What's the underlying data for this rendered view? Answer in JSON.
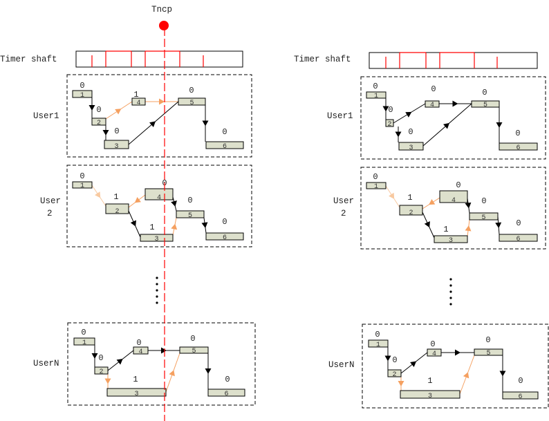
{
  "marker": {
    "label": "Tncp",
    "color": "#ff0000"
  },
  "colors": {
    "black": "#000000",
    "orange": "#f5a060",
    "lightorange": "#f8c9a0",
    "node_fill": "#dde0cc",
    "tick": "#ff0000"
  },
  "panels": [
    {
      "timer_label": "Timer shaft",
      "users": [
        {
          "label": [
            "User1"
          ],
          "nodes": [
            {
              "id": "1",
              "state": "0"
            },
            {
              "id": "2",
              "state": "0"
            },
            {
              "id": "3",
              "state": "0"
            },
            {
              "id": "4",
              "state": "1"
            },
            {
              "id": "5",
              "state": "0"
            },
            {
              "id": "6",
              "state": "0"
            }
          ],
          "edges": [
            {
              "from": "1",
              "to": "2",
              "color": "black"
            },
            {
              "from": "2",
              "to": "3",
              "color": "black"
            },
            {
              "from": "2",
              "to": "4",
              "color": "orange"
            },
            {
              "from": "4",
              "to": "5",
              "color": "orange"
            },
            {
              "from": "3",
              "to": "5",
              "color": "black"
            },
            {
              "from": "5",
              "to": "6",
              "color": "black"
            }
          ]
        },
        {
          "label": [
            "User",
            "2"
          ],
          "nodes": [
            {
              "id": "1",
              "state": "0"
            },
            {
              "id": "2",
              "state": "1"
            },
            {
              "id": "3",
              "state": "1"
            },
            {
              "id": "4",
              "state": "0"
            },
            {
              "id": "5",
              "state": "0"
            },
            {
              "id": "6",
              "state": "0"
            }
          ],
          "edges": [
            {
              "from": "1",
              "to": "2",
              "color": "lightorange"
            },
            {
              "from": "4",
              "to": "2",
              "color": "orange"
            },
            {
              "from": "2",
              "to": "3",
              "color": "black"
            },
            {
              "from": "4",
              "to": "5",
              "color": "black"
            },
            {
              "from": "3",
              "to": "5",
              "color": "orange"
            },
            {
              "from": "5",
              "to": "6",
              "color": "black"
            }
          ]
        },
        {
          "label": [
            "UserN"
          ],
          "nodes": [
            {
              "id": "1",
              "state": "0"
            },
            {
              "id": "2",
              "state": "0"
            },
            {
              "id": "3",
              "state": "1"
            },
            {
              "id": "4",
              "state": "0"
            },
            {
              "id": "5",
              "state": "0"
            },
            {
              "id": "6",
              "state": "0"
            }
          ],
          "edges": [
            {
              "from": "1",
              "to": "2",
              "color": "black"
            },
            {
              "from": "2",
              "to": "3",
              "color": "orange"
            },
            {
              "from": "2",
              "to": "4",
              "color": "black"
            },
            {
              "from": "4",
              "to": "5",
              "color": "black"
            },
            {
              "from": "3",
              "to": "5",
              "color": "orange"
            },
            {
              "from": "5",
              "to": "6",
              "color": "black"
            }
          ]
        }
      ]
    },
    {
      "timer_label": "Timer shaft",
      "users": [
        {
          "label": [
            "User1"
          ],
          "nodes": [
            {
              "id": "1",
              "state": "0"
            },
            {
              "id": "2",
              "state": "0"
            },
            {
              "id": "3",
              "state": "0"
            },
            {
              "id": "4",
              "state": "0"
            },
            {
              "id": "5",
              "state": "0"
            },
            {
              "id": "6",
              "state": "0"
            }
          ],
          "edges": [
            {
              "from": "1",
              "to": "2",
              "color": "black"
            },
            {
              "from": "2",
              "to": "3",
              "color": "black"
            },
            {
              "from": "2",
              "to": "4",
              "color": "black"
            },
            {
              "from": "4",
              "to": "5",
              "color": "black"
            },
            {
              "from": "3",
              "to": "5",
              "color": "black"
            },
            {
              "from": "5",
              "to": "6",
              "color": "black"
            }
          ]
        },
        {
          "label": [
            "User",
            "2"
          ],
          "nodes": [
            {
              "id": "1",
              "state": "0"
            },
            {
              "id": "2",
              "state": "1"
            },
            {
              "id": "3",
              "state": "1"
            },
            {
              "id": "4",
              "state": "0"
            },
            {
              "id": "5",
              "state": "0"
            },
            {
              "id": "6",
              "state": "0"
            }
          ],
          "edges": [
            {
              "from": "1",
              "to": "2",
              "color": "lightorange"
            },
            {
              "from": "4",
              "to": "2",
              "color": "orange"
            },
            {
              "from": "2",
              "to": "3",
              "color": "black"
            },
            {
              "from": "4",
              "to": "5",
              "color": "black"
            },
            {
              "from": "3",
              "to": "5",
              "color": "orange"
            },
            {
              "from": "5",
              "to": "6",
              "color": "black"
            }
          ]
        },
        {
          "label": [
            "UserN"
          ],
          "nodes": [
            {
              "id": "1",
              "state": "0"
            },
            {
              "id": "2",
              "state": "0"
            },
            {
              "id": "3",
              "state": "1"
            },
            {
              "id": "4",
              "state": "0"
            },
            {
              "id": "5",
              "state": "0"
            },
            {
              "id": "6",
              "state": "0"
            }
          ],
          "edges": [
            {
              "from": "1",
              "to": "2",
              "color": "black"
            },
            {
              "from": "2",
              "to": "3",
              "color": "orange"
            },
            {
              "from": "2",
              "to": "4",
              "color": "black"
            },
            {
              "from": "4",
              "to": "5",
              "color": "black"
            },
            {
              "from": "3",
              "to": "5",
              "color": "orange"
            },
            {
              "from": "5",
              "to": "6",
              "color": "black"
            }
          ]
        }
      ]
    }
  ]
}
